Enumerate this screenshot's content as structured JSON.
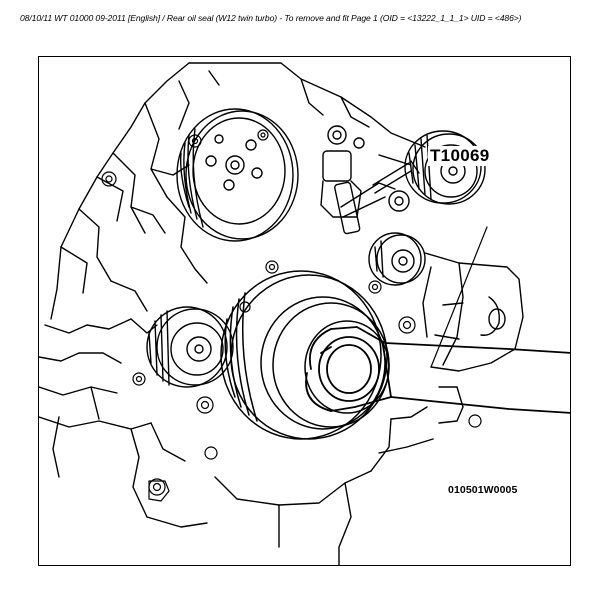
{
  "header": {
    "text": "08/10/11  WT 01000 09-2011 [English] / Rear oil seal (W12 twin turbo) - To remove and fit  Page 1  (OID = <13222_1_1_1> UID = <486>)"
  },
  "figure": {
    "tool_label": "T10069",
    "figure_code": "010501W0005"
  }
}
